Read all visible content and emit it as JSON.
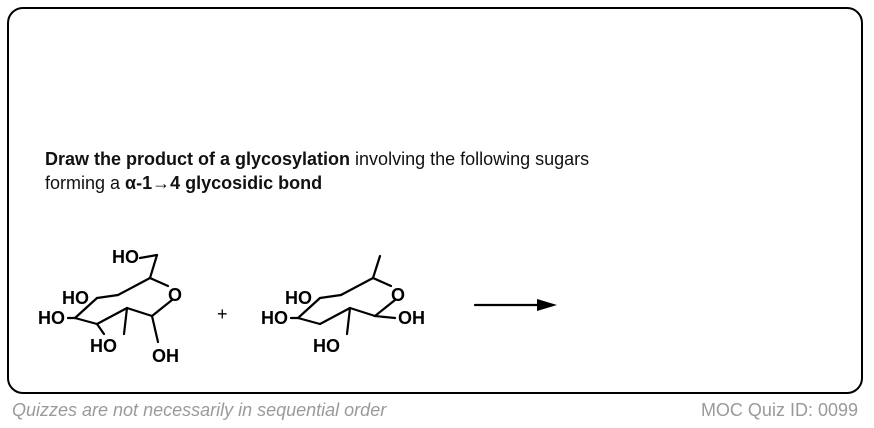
{
  "question": {
    "line1_bold": "Draw the product of a glycosylation",
    "line1_rest": " involving the following sugars",
    "line2_prefix": "forming a ",
    "line2_bold": "α-1→4 glycosidic bond"
  },
  "scheme": {
    "sugar1": {
      "ch2oh_label": "HO",
      "ring_o_label": "O",
      "c4_oh_label": "HO",
      "c3_oh_label": "HO",
      "c2_oh_label": "HO",
      "c1_oh_label": "OH"
    },
    "plus_label": "+",
    "sugar2": {
      "ring_o_label": "O",
      "c4_oh_label": "HO",
      "c3_oh_label": "HO",
      "c2_oh_label": "HO",
      "c1_oh_label": "OH"
    }
  },
  "footer": {
    "left": "Quizzes are not necessarily in sequential order",
    "right": "MOC Quiz ID: 0099"
  }
}
